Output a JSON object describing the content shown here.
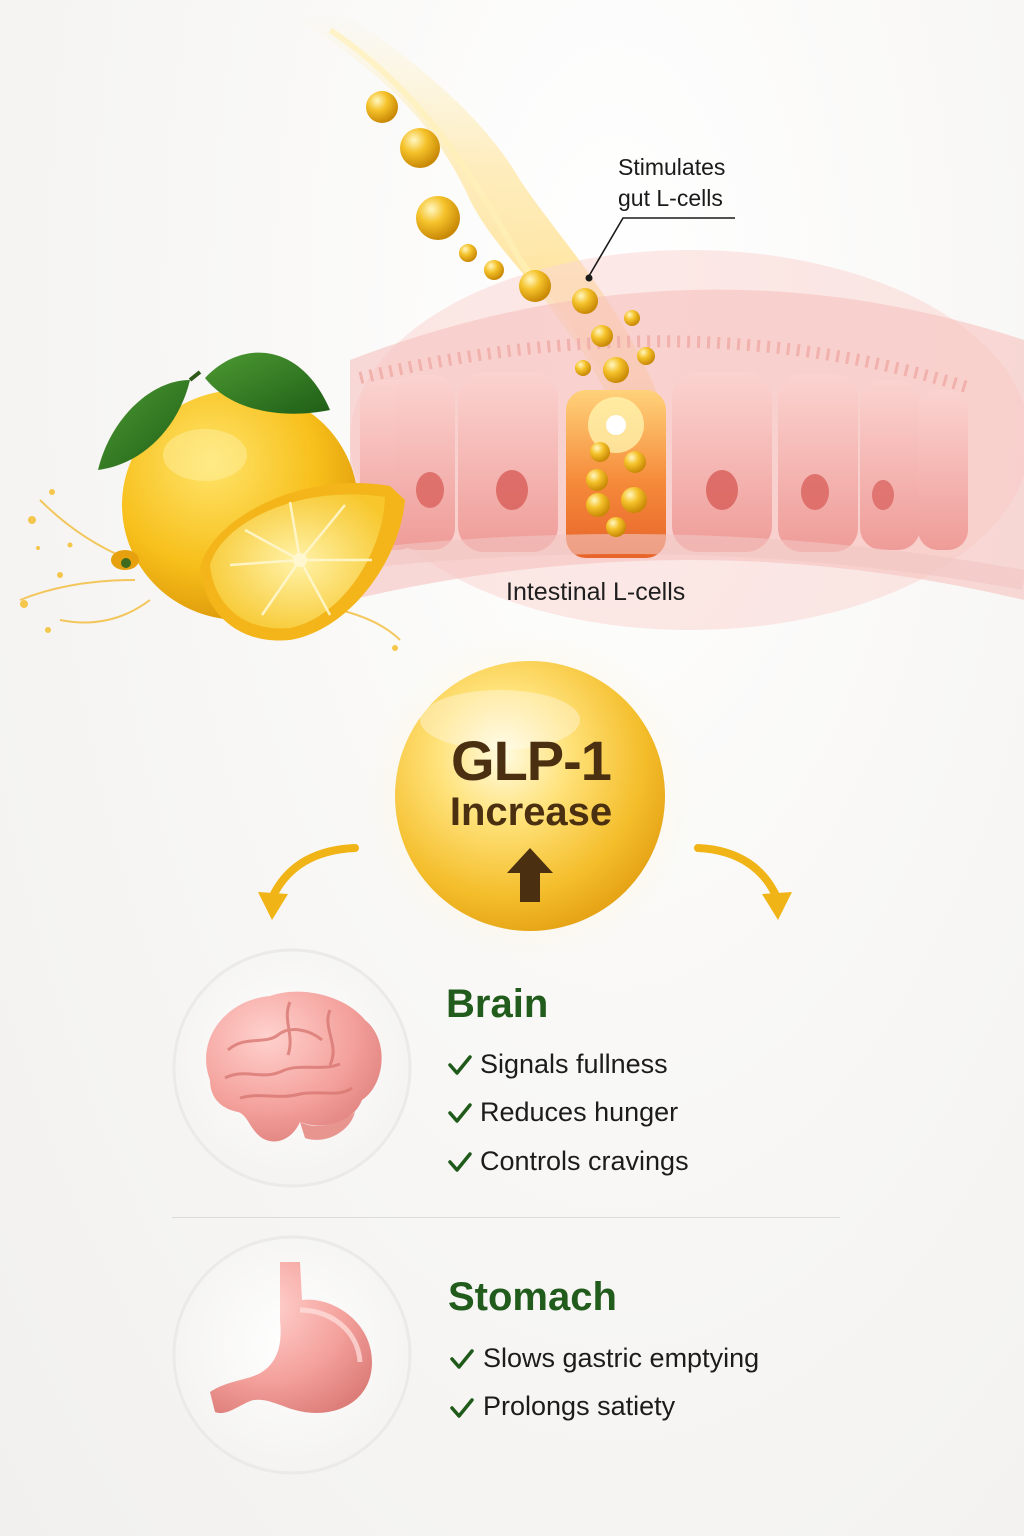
{
  "callout": {
    "line1": "Stimulates",
    "line2": "gut L-cells"
  },
  "cells_label": "Intestinal L-cells",
  "hormone": {
    "title": "GLP-1",
    "subtitle": "Increase",
    "arrow_icon": "up-arrow-icon"
  },
  "organs": [
    {
      "name": "Brain",
      "icon": "brain-icon",
      "benefits": [
        "Signals fullness",
        "Reduces hunger",
        "Controls cravings"
      ]
    },
    {
      "name": "Stomach",
      "icon": "stomach-icon",
      "benefits": [
        "Slows gastric emptying",
        "Prolongs satiety"
      ]
    }
  ],
  "colors": {
    "accent_gold": "#f2b619",
    "heading_green": "#215c1c",
    "check_green": "#1f5a1a",
    "tissue_pink": "#f3a2a0"
  }
}
